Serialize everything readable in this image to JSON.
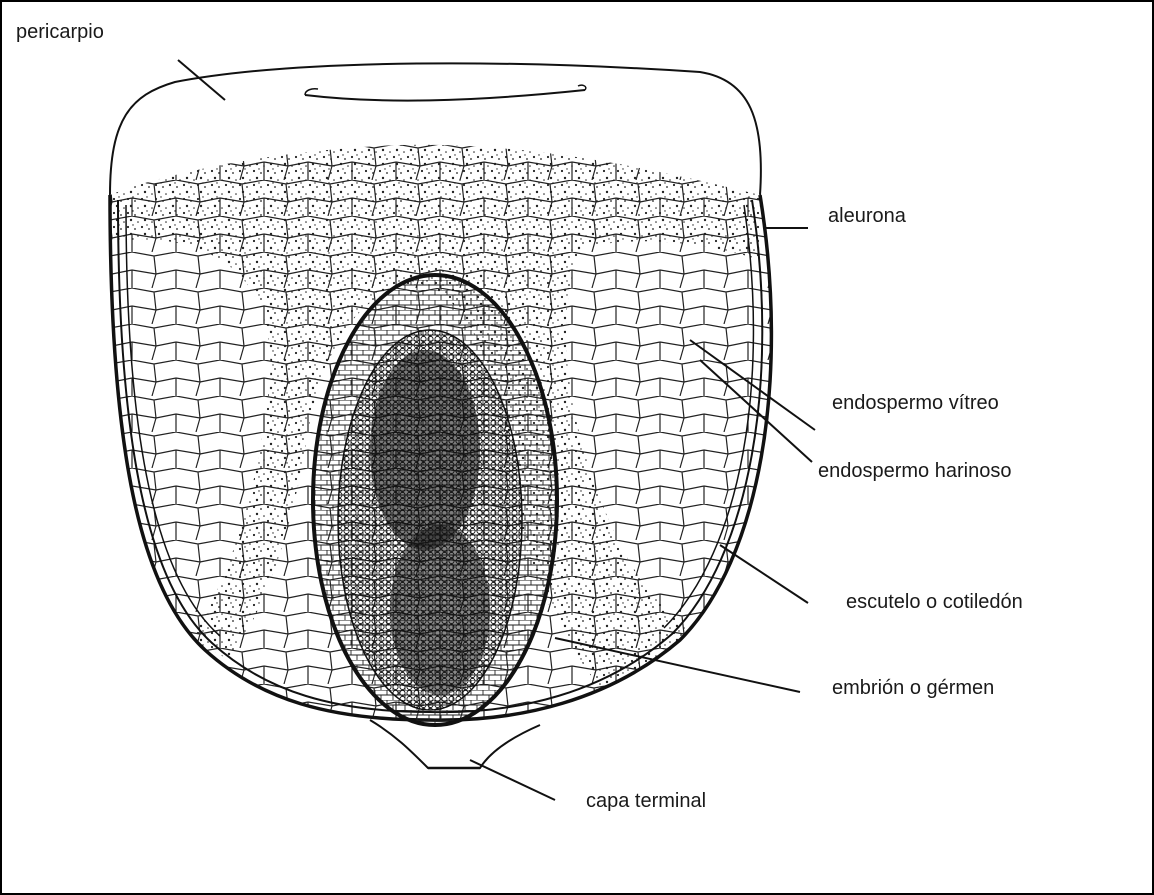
{
  "labels": {
    "pericarp": "pericarpio",
    "aleurone": "aleurona",
    "vitreous_endosperm": "endospermo vítreo",
    "floury_endosperm": "endospermo harinoso",
    "scutellum": "escutelo o cotiledón",
    "embryo": "embrión o gérmen",
    "tip_cap": "capa terminal"
  },
  "colors": {
    "ink": "#1a1a1a",
    "background": "#ffffff"
  }
}
